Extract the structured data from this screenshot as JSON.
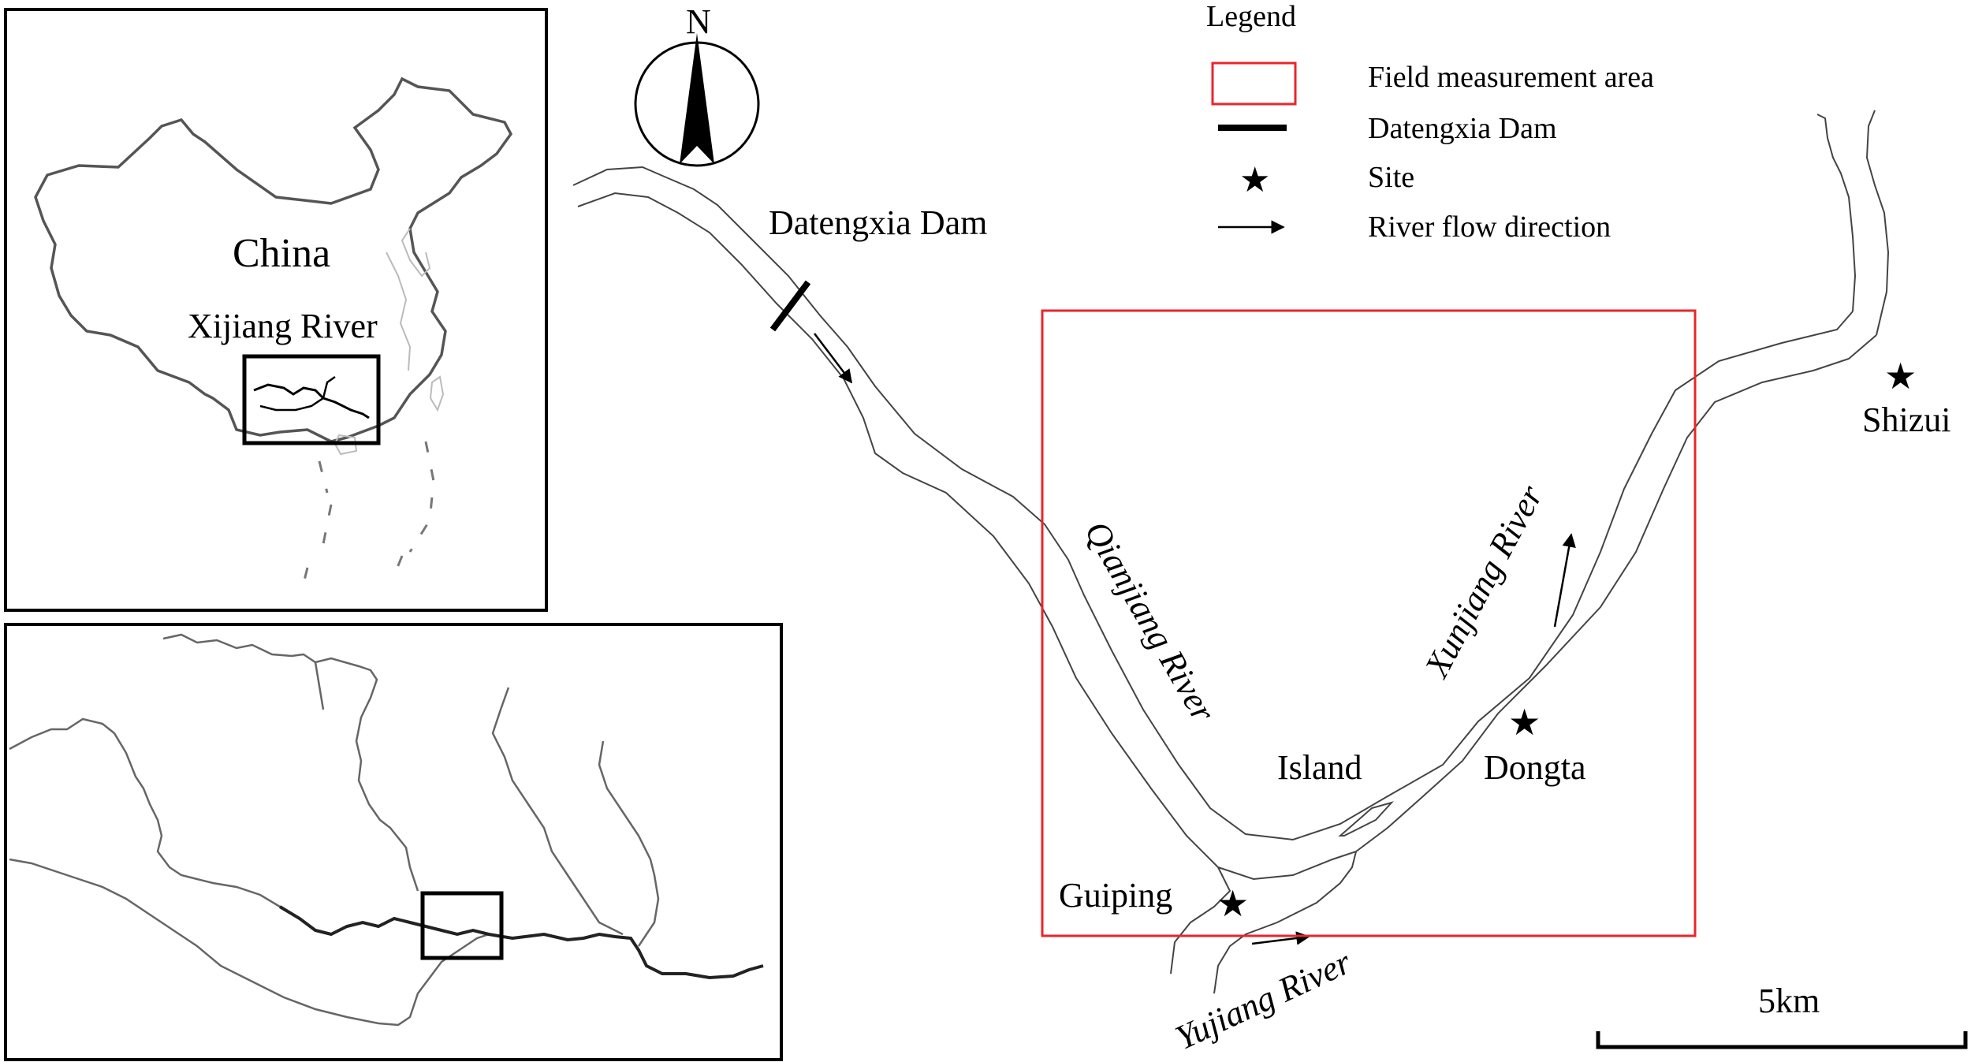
{
  "legend": {
    "title": "Legend",
    "items": [
      {
        "symbol": "red-rectangle",
        "label": "Field measurement area"
      },
      {
        "symbol": "thick-bar",
        "label": "Datengxia Dam"
      },
      {
        "symbol": "star",
        "label": "Site"
      },
      {
        "symbol": "arrow",
        "label": "River flow direction"
      }
    ]
  },
  "north_arrow": {
    "label": "N"
  },
  "inset_china": {
    "country_label": "China",
    "river_label": "Xijiang River"
  },
  "map_labels": {
    "dam": "Datengxia Dam",
    "qianjiang": "Qianjiang River",
    "xunjiang": "Xunjiang River",
    "yujiang": "Yujiang River",
    "island": "Island"
  },
  "sites": [
    {
      "name": "Shizui"
    },
    {
      "name": "Dongta"
    },
    {
      "name": "Guiping"
    }
  ],
  "scale_bar": {
    "label": "5km"
  },
  "colors": {
    "field_area": "#e8262b",
    "ink": "#000000",
    "river_line": "#444444"
  }
}
